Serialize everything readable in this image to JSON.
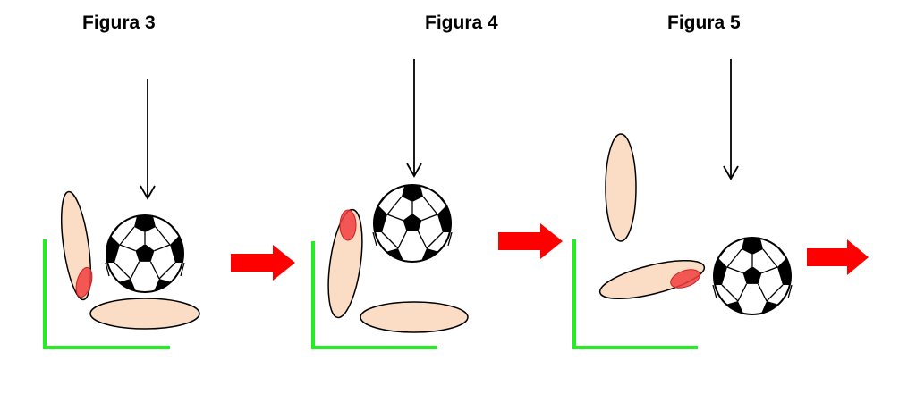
{
  "figures": [
    {
      "title": "Figura 3"
    },
    {
      "title": "Figura 4"
    },
    {
      "title": "Figura 5"
    }
  ],
  "colors": {
    "limb_fill": "#fbdcc4",
    "contact_patch": "#f04040",
    "floor_wall_lines": "#22ee22",
    "progress_arrow": "#ff0000",
    "ball_black": "#000000",
    "ball_white": "#ffffff"
  },
  "icons": [
    "down-arrow-icon",
    "soccer-ball-icon",
    "right-arrow-icon"
  ]
}
